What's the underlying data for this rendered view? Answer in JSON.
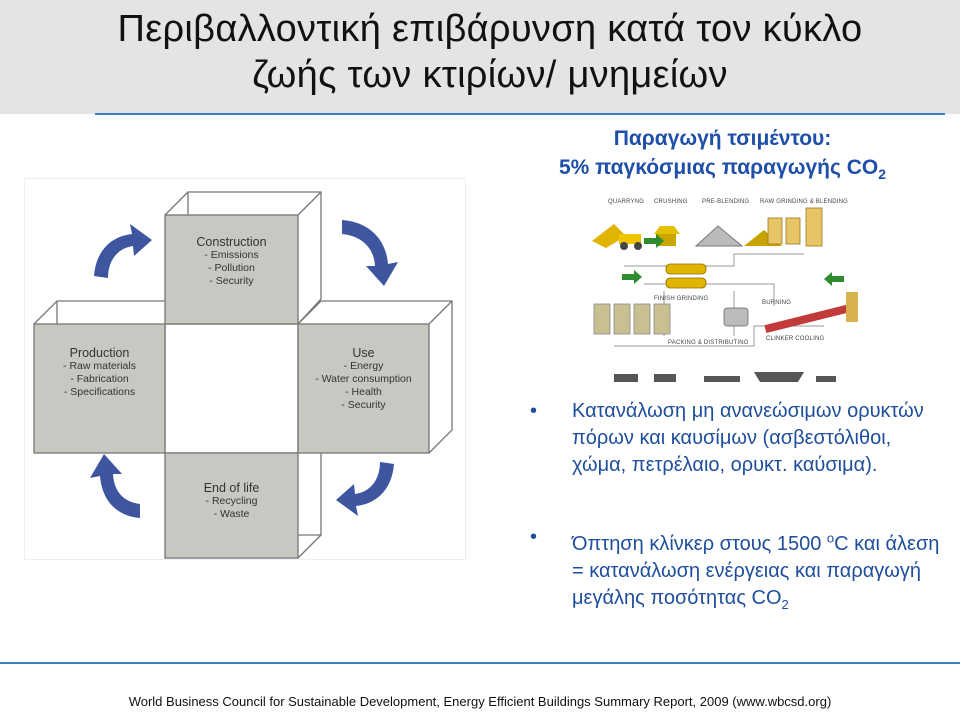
{
  "title": {
    "line1": "Περιβαλλοντική επιβάρυνση κατά τον κύκλο",
    "line2": "ζωής των κτιρίων/ μνημείων"
  },
  "diagram": {
    "construction": {
      "title": "Construction",
      "items": [
        "- Emissions",
        "- Pollution",
        "- Security"
      ]
    },
    "production": {
      "title": "Production",
      "items": [
        "- Raw materials",
        "- Fabrication",
        "- Specifications"
      ]
    },
    "use": {
      "title": "Use",
      "items": [
        "- Energy",
        "- Water consumption",
        "- Health",
        "- Security"
      ]
    },
    "end_of_life": {
      "title": "End of life",
      "items": [
        "- Recycling",
        "- Waste"
      ]
    },
    "colors": {
      "box": "#c9c7c2",
      "arrow": "#3e55a0"
    }
  },
  "cement": {
    "heading_line1": "Παραγωγή τσιμέντου:",
    "heading_line2_prefix": "5% παγκόσμιας παραγωγής  CO",
    "heading_line2_sub": "2",
    "process_labels": {
      "quarrying": "QUARRYNG",
      "crushing": "CRUSHING",
      "preblending": "PRE-BLENDING",
      "raw_grinding": "RAW GRINDING & BLENDING",
      "finish_grinding": "FINISH GRINDING",
      "burning": "BURNING",
      "packing": "PACKING & DISTRIBUTING",
      "clinker_cooling": "CLINKER COOLING"
    }
  },
  "bullets": {
    "marker": "•",
    "item1": "Κατανάλωση μη ανανεώσιμων ορυκτών πόρων και καυσίμων (ασβεστόλιθοι, χώμα, πετρέλαιο, ορυκτ. καύσιμα).",
    "item2_part1": "Όπτηση κλίνκερ στους 1500 ",
    "item2_sup": "ο",
    "item2_part2": "C και άλεση = κατανάλωση ενέργειας και παραγωγή μεγάλης ποσότητας CO",
    "item2_sub": "2"
  },
  "footer": "World Business Council for Sustainable Development, Energy Efficient Buildings Summary Report, 2009 (www.wbcsd.org)"
}
